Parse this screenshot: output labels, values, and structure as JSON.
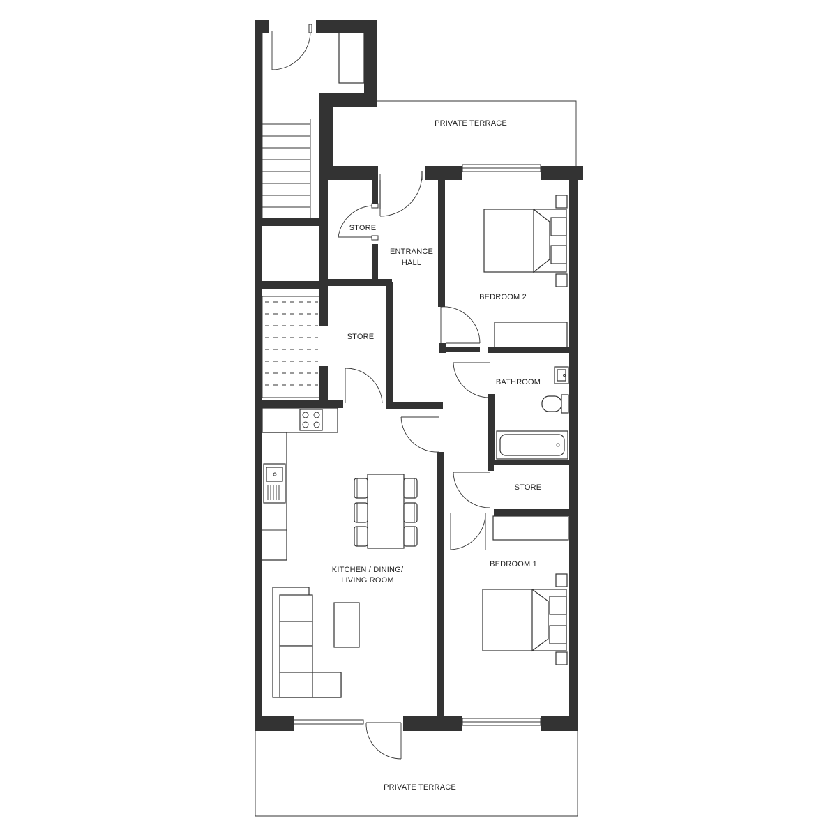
{
  "rooms": {
    "terrace_top": "PRIVATE TERRACE",
    "store_upper": "STORE",
    "entrance_hall_line1": "ENTRANCE",
    "entrance_hall_line2": "HALL",
    "bedroom2": "BEDROOM 2",
    "store_middle": "STORE",
    "bathroom": "BATHROOM",
    "store_lower": "STORE",
    "bedroom1": "BEDROOM 1",
    "living_line1": "KITCHEN / DINING/",
    "living_line2": "LIVING ROOM",
    "terrace_bottom": "PRIVATE TERRACE"
  },
  "colors": {
    "wall": "#333333",
    "line": "#333333",
    "background": "#ffffff"
  }
}
